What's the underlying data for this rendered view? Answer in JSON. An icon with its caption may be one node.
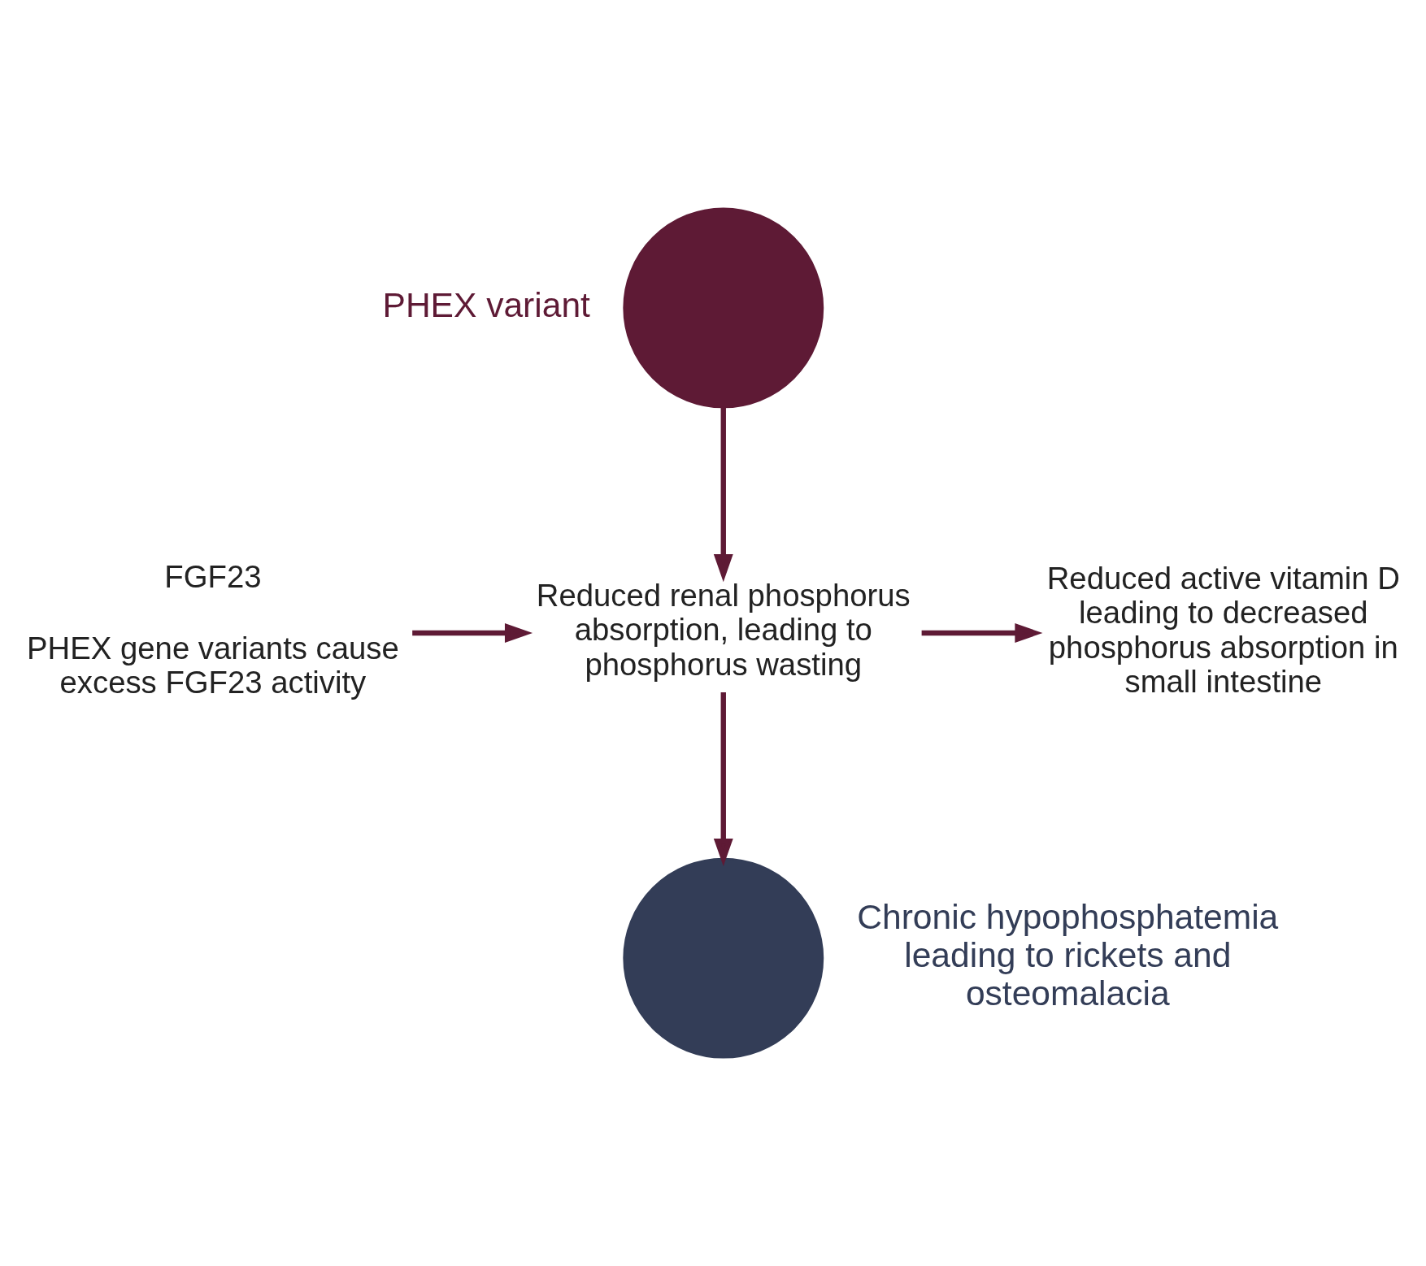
{
  "diagram": {
    "nodes": [
      {
        "text": [],
        "shape": "circle",
        "beside": [
          "PHEX variant"
        ]
      },
      {
        "text": [
          "FGF23",
          "PHEX gene variants cause excess FGF23 activity"
        ]
      },
      {
        "text": [
          "Reduced renal phosphorus absorption, leading to phosphorus wasting"
        ]
      },
      {
        "text": [
          "Reduced active vitamin D leading to decreased phosphorus absorption in small intestine"
        ]
      },
      {
        "text": [],
        "shape": "circle",
        "beside": [
          "Chronic hypophosphatemia leading to rickets and osteomalacia"
        ]
      }
    ],
    "edges": [
      {
        "from": 0,
        "to": 2,
        "arrow": "to"
      },
      {
        "from": 1,
        "to": 2,
        "arrow": "to"
      },
      {
        "from": 2,
        "to": 3,
        "arrow": "to"
      },
      {
        "from": 2,
        "to": 4,
        "arrow": "to"
      }
    ]
  }
}
